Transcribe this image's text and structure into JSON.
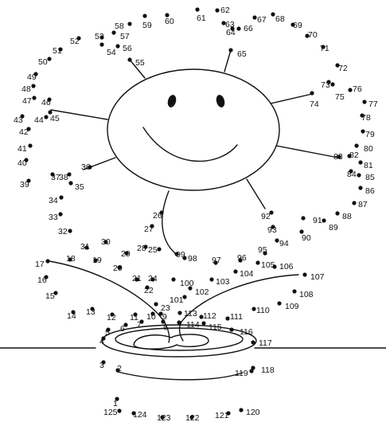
{
  "puzzle": {
    "dots": [
      "1",
      "2",
      "3",
      "4",
      "5",
      "6",
      "7",
      "8",
      "9",
      "10",
      "11",
      "12",
      "13",
      "14",
      "15",
      "16",
      "17",
      "18",
      "19",
      "20",
      "21",
      "22",
      "23",
      "24",
      "25",
      "26",
      "27",
      "28",
      "29",
      "30",
      "31",
      "32",
      "33",
      "34",
      "35",
      "36",
      "37",
      "38",
      "39",
      "40",
      "41",
      "42",
      "43",
      "44",
      "45",
      "46",
      "47",
      "48",
      "49",
      "50",
      "51",
      "52",
      "53",
      "54",
      "55",
      "56",
      "57",
      "58",
      "59",
      "60",
      "61",
      "62",
      "63",
      "64",
      "65",
      "66",
      "67",
      "68",
      "69",
      "70",
      "71",
      "72",
      "73",
      "74",
      "75",
      "76",
      "77",
      "78",
      "79",
      "80",
      "81",
      "82",
      "83",
      "84",
      "85",
      "86",
      "87",
      "88",
      "89",
      "90",
      "91",
      "92",
      "93",
      "94",
      "95",
      "96",
      "97",
      "98",
      "99",
      "100",
      "101",
      "102",
      "103",
      "104",
      "105",
      "106",
      "107",
      "108",
      "109",
      "110",
      "111",
      "112",
      "113",
      "114",
      "115",
      "116",
      "117",
      "118",
      "119",
      "120",
      "121",
      "122",
      "123",
      "124",
      "125"
    ]
  }
}
